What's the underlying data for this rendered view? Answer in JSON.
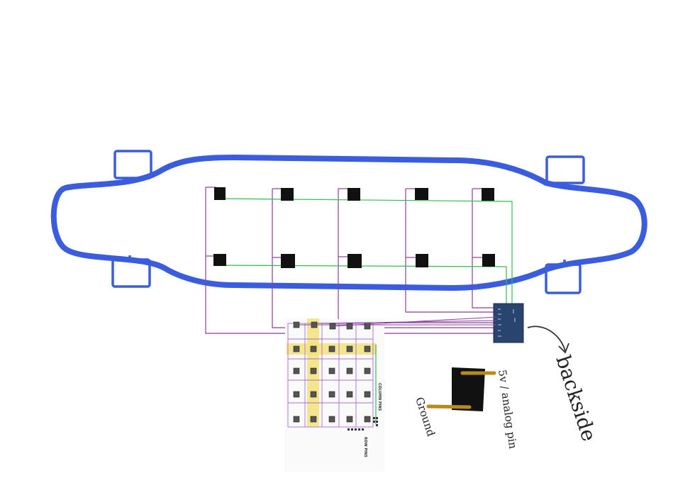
{
  "annotations": {
    "backside": "backside",
    "power_label": "5v / analog pin",
    "ground_label": "Ground"
  },
  "keypad": {
    "column_pins_label": "COLUMN PINS",
    "row_pins_label": "ROW PINS"
  },
  "colors": {
    "board": "#3a5de0",
    "row_wire": "#2fbf4a",
    "column_wire": "#8a3f9c",
    "controller": "#2a4470",
    "highlight": "#f3e27a",
    "pin": "#b88a1a"
  }
}
